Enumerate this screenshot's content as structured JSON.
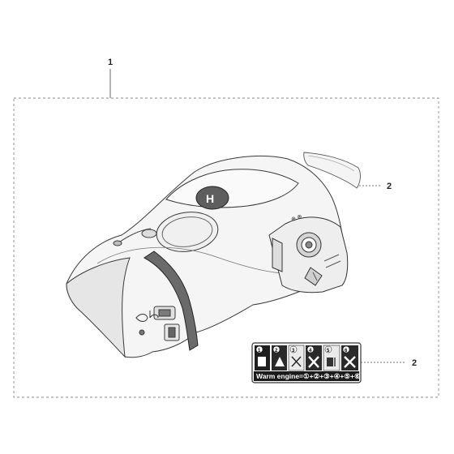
{
  "callouts": {
    "assembly": "1",
    "decal_top": "2",
    "decal_bottom": "2"
  },
  "decal": {
    "warm_engine_label": "Warm engine=①+②+③+④+⑤+⑥",
    "step_numbers": [
      "1",
      "2",
      "3",
      "4",
      "5",
      "6"
    ]
  }
}
